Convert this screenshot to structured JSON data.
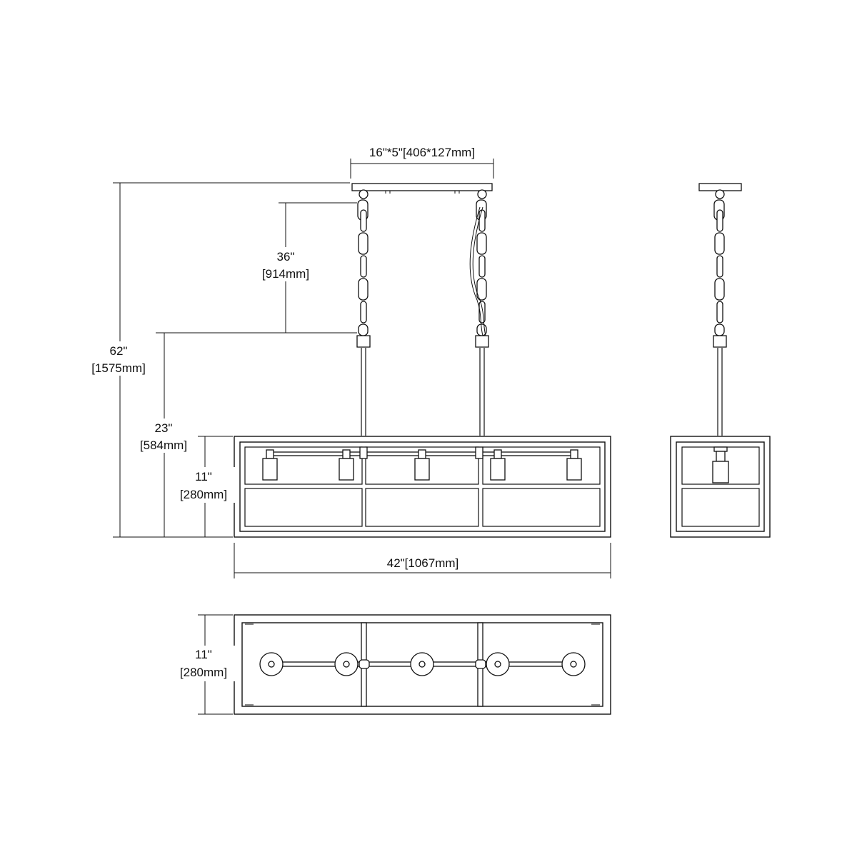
{
  "dimensions": {
    "canopy": "16\"*5\"[406*127mm]",
    "chain_length": {
      "imperial": "36\"",
      "metric": "[914mm]"
    },
    "overall_height": {
      "imperial": "62\"",
      "metric": "[1575mm]"
    },
    "stem_height": {
      "imperial": "23\"",
      "metric": "[584mm]"
    },
    "fixture_height": {
      "imperial": "11\"",
      "metric": "[280mm]"
    },
    "fixture_width": "42\"[1067mm]",
    "fixture_depth": {
      "imperial": "11\"",
      "metric": "[280mm]"
    }
  }
}
